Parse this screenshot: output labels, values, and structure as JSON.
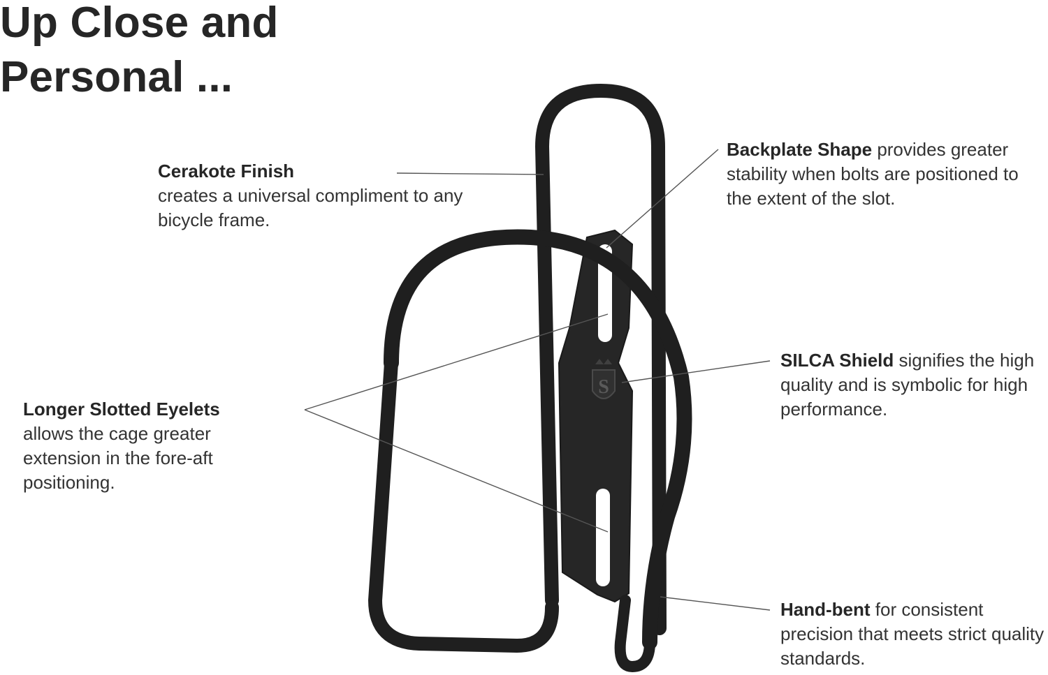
{
  "title": {
    "line1": "Up Close and",
    "line2": "Personal ..."
  },
  "callouts": {
    "cerakote": {
      "heading": "Cerakote Finish",
      "body": "creates a universal compliment to any bicycle frame."
    },
    "backplate": {
      "heading": "Backplate Shape",
      "body": " provides greater stability when bolts are positioned to the extent of the slot."
    },
    "eyelets": {
      "heading": "Longer Slotted Eyelets",
      "body": "allows the cage greater extension in the fore-aft positioning."
    },
    "shield": {
      "heading": "SILCA Shield",
      "body": " signifies the high quality and is symbolic for high performance."
    },
    "handbent": {
      "heading": "Hand-bent",
      "body": " for consistent precision that meets strict quality standards."
    }
  },
  "product": {
    "image": "black-bottle-cage-photo",
    "shield_letter": "S",
    "colors": {
      "cage": "#1f1f1f",
      "plate": "#262626",
      "leader_line": "#555555"
    }
  }
}
